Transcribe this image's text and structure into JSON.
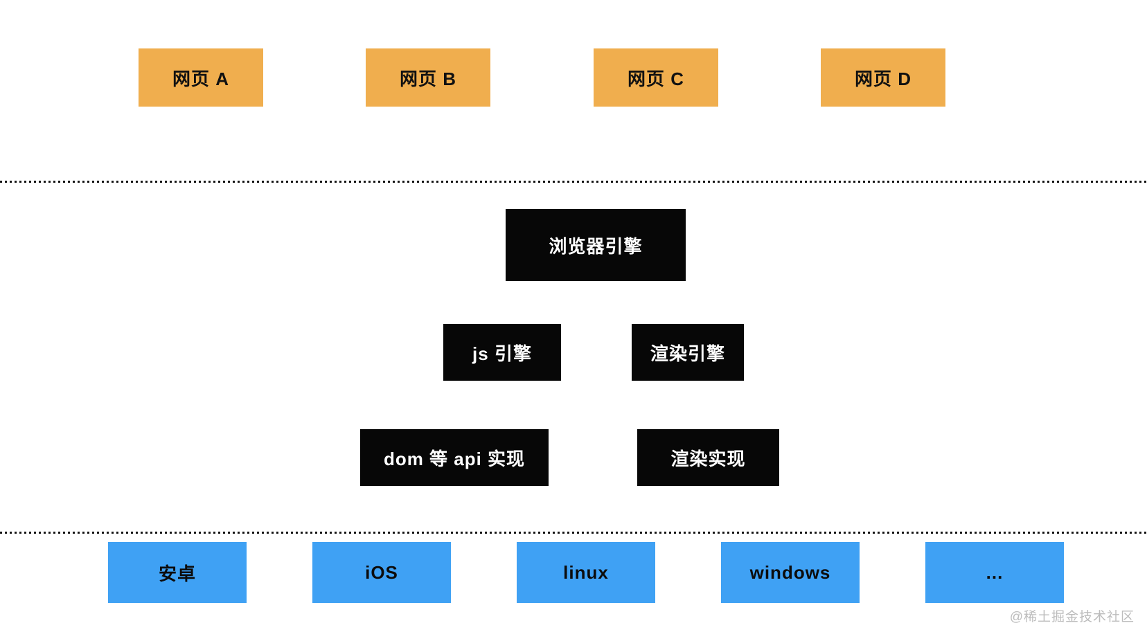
{
  "diagram": {
    "webpage_layer": {
      "items": [
        {
          "label": "网页 A"
        },
        {
          "label": "网页 B"
        },
        {
          "label": "网页 C"
        },
        {
          "label": "网页 D"
        }
      ]
    },
    "browser_layer": {
      "engine": {
        "label": "浏览器引擎"
      },
      "sub_engines": [
        {
          "label": "js 引擎"
        },
        {
          "label": "渲染引擎"
        }
      ],
      "implementations": [
        {
          "label": "dom 等 api 实现"
        },
        {
          "label": "渲染实现"
        }
      ]
    },
    "os_layer": {
      "items": [
        {
          "label": "安卓"
        },
        {
          "label": "iOS"
        },
        {
          "label": "linux"
        },
        {
          "label": "windows"
        },
        {
          "label": "..."
        }
      ]
    },
    "watermark": "@稀土掘金技术社区",
    "colors": {
      "background": "#ffffff",
      "webpage_box": "#f0ae4e",
      "engine_box": "#070707",
      "engine_box_text": "#ffffff",
      "os_box": "#3fa1f4",
      "box_text": "#111111",
      "separator": "#151515",
      "watermark_text": "#bcbcbc"
    }
  }
}
